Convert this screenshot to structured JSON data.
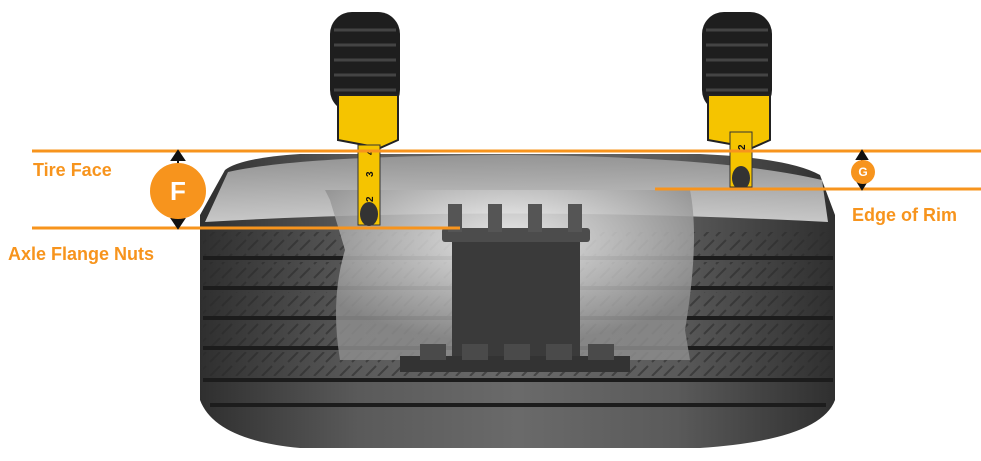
{
  "labels": {
    "tire_face": "Tire Face",
    "axle_flange_nuts": "Axle Flange Nuts",
    "edge_of_rim": "Edge of Rim"
  },
  "badges": {
    "f": "F",
    "g": "G"
  },
  "tape_marks_left": [
    "2",
    "3",
    "4"
  ],
  "tape_marks_right": [
    "2"
  ],
  "colors": {
    "accent": "#f7941d",
    "tire": "#4a4a4a",
    "tape_body": "#f5c400",
    "tape_case": "#1e1e1e"
  }
}
